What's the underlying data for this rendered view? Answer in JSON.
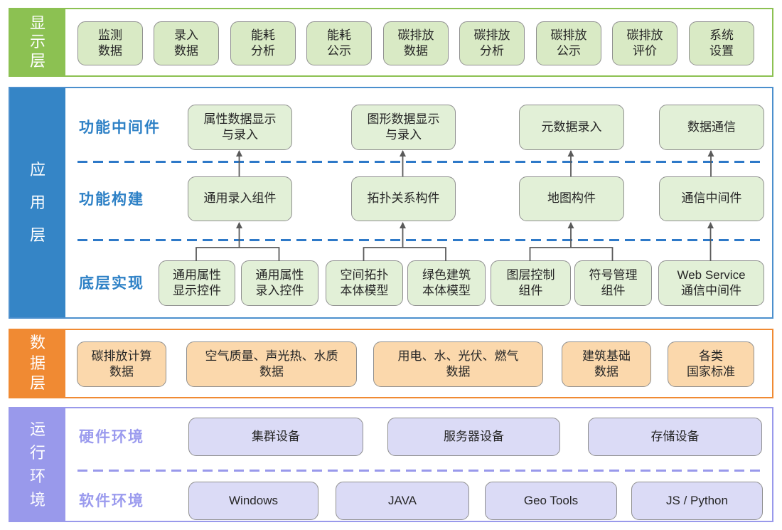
{
  "layers": {
    "display": {
      "side_label": "显示层",
      "boxes": [
        "监测\n数据",
        "录入\n数据",
        "能耗\n分析",
        "能耗\n公示",
        "碳排放\n数据",
        "碳排放\n分析",
        "碳排放\n公示",
        "碳排放\n评价",
        "系统\n设置"
      ]
    },
    "application": {
      "side_label": "应用层",
      "rows": [
        {
          "label": "功能中间件",
          "boxes": [
            "属性数据显示\n与录入",
            "图形数据显示\n与录入",
            "元数据录入",
            "数据通信"
          ]
        },
        {
          "label": "功能构建",
          "boxes": [
            "通用录入组件",
            "拓扑关系构件",
            "地图构件",
            "通信中间件"
          ]
        },
        {
          "label": "底层实现",
          "boxes": [
            "通用属性\n显示控件",
            "通用属性\n录入控件",
            "空间拓扑\n本体模型",
            "绿色建筑\n本体模型",
            "图层控制\n组件",
            "符号管理\n组件",
            "Web Service\n通信中间件"
          ]
        }
      ]
    },
    "data": {
      "side_label": "数据层",
      "boxes": [
        "碳排放计算\n数据",
        "空气质量、声光热、水质\n数据",
        "用电、水、光伏、燃气\n数据",
        "建筑基础\n数据",
        "各类\n国家标准"
      ]
    },
    "runtime": {
      "side_label": "运行环境",
      "rows": [
        {
          "label": "硬件环境",
          "boxes": [
            "集群设备",
            "服务器设备",
            "存储设备"
          ]
        },
        {
          "label": "软件环境",
          "boxes": [
            "Windows",
            "JAVA",
            "Geo Tools",
            "JS / Python"
          ]
        }
      ]
    }
  },
  "colors": {
    "display_accent": "#8CC152",
    "display_box_fill": "#D9EAC5",
    "app_accent": "#3585C6",
    "app_border": "#4B8FCD",
    "app_dashed_line": "#2E79C8",
    "app_box_fill": "#E2F0D7",
    "app_row_label": "#2E81C6",
    "data_accent": "#F08A33",
    "data_box_fill": "#FBD8AC",
    "runtime_accent": "#9999EB",
    "runtime_box_fill": "#DBDBF6",
    "connector_line": "#5A5A5A",
    "box_border": "#8F8F8F"
  }
}
